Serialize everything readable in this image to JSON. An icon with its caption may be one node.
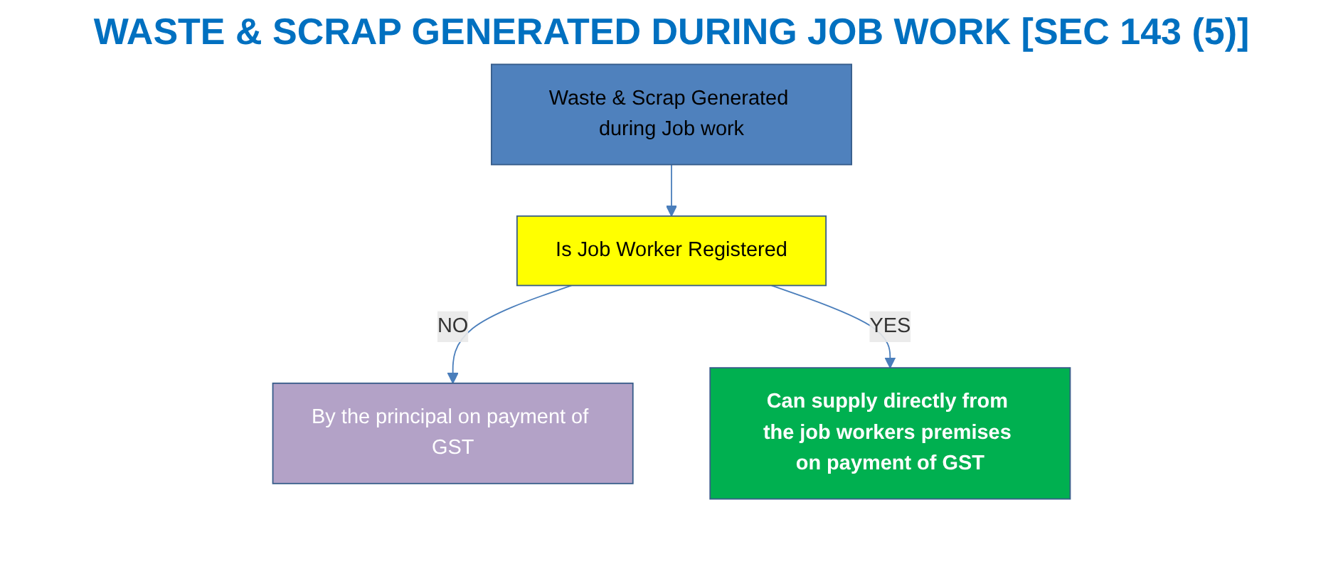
{
  "diagram": {
    "title": "WASTE & SCRAP GENERATED DURING JOB WORK [SEC 143 (5)]",
    "nodes": [
      {
        "text": [
          "Waste & Scrap Generated during Job work"
        ]
      },
      {
        "text": [
          "Is Job Worker Registered"
        ]
      },
      {
        "text": [
          "By the principal on payment of GST"
        ]
      },
      {
        "text": [
          "Can supply directly from the job workers premises on payment of GST"
        ]
      }
    ],
    "edges": [
      {
        "from": 0,
        "to": 1,
        "arrow": "to"
      },
      {
        "from": 1,
        "to": 2,
        "arrow": "to",
        "label": "NO"
      },
      {
        "from": 1,
        "to": 3,
        "arrow": "to",
        "label": "YES"
      }
    ]
  }
}
